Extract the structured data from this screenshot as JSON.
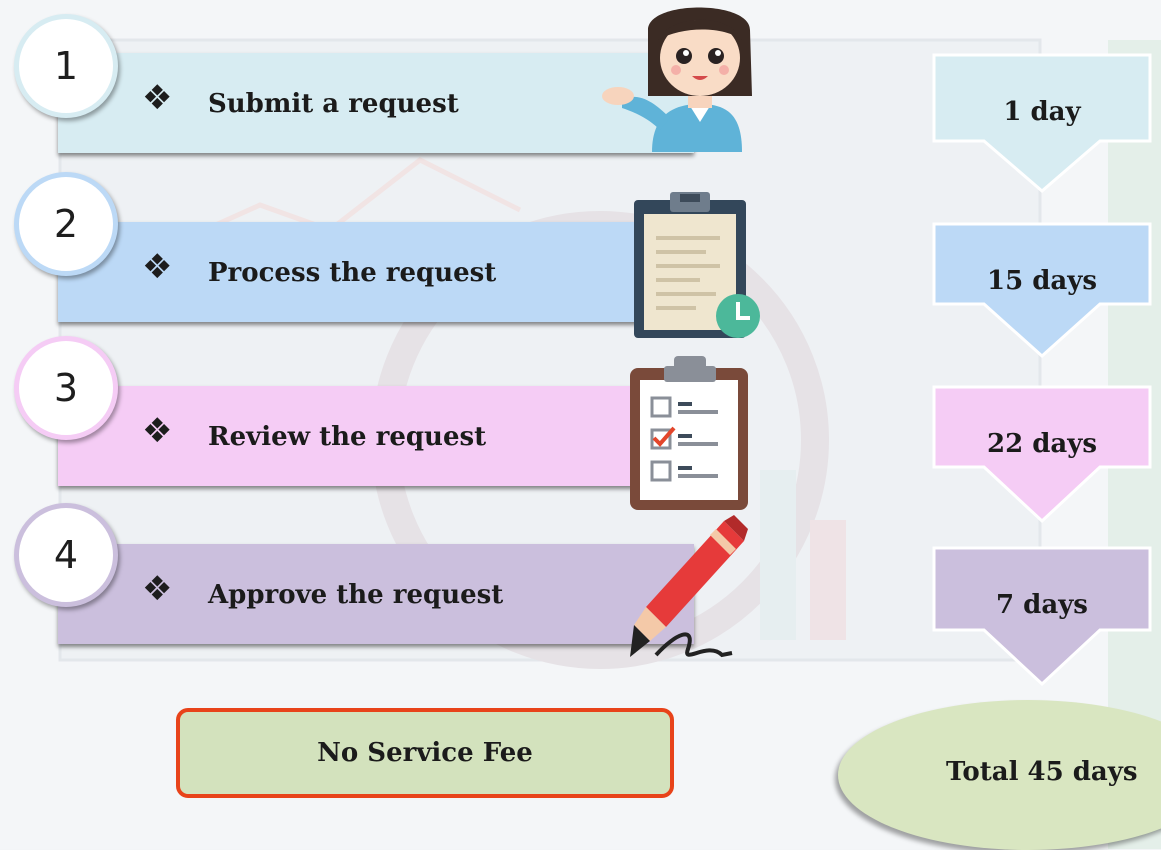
{
  "steps": [
    {
      "number": "1",
      "label": "Submit a request",
      "duration": "1 day",
      "color": "#d7ecf2"
    },
    {
      "number": "2",
      "label": "Process the request",
      "duration": "15 days",
      "color": "#bcd9f6"
    },
    {
      "number": "3",
      "label": "Review the request",
      "duration": "22 days",
      "color": "#f5ccf5"
    },
    {
      "number": "4",
      "label": "Approve the request",
      "duration": "7 days",
      "color": "#cbbfdd"
    }
  ],
  "bullet": "❖",
  "fee": "No Service Fee",
  "total": "Total 45 days",
  "accent_color": "#e8431a"
}
